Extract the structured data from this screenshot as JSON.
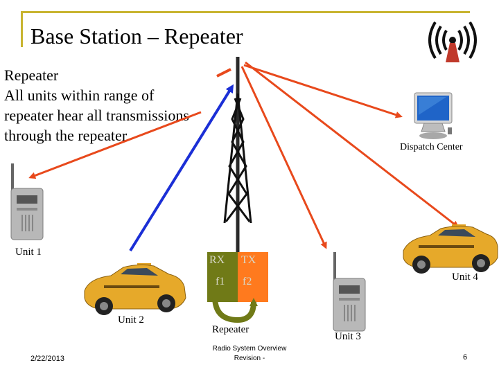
{
  "title": "Base Station – Repeater",
  "body": {
    "lines": [
      "Repeater",
      "All units within range of",
      "repeater hear all transmissions",
      "through the repeater"
    ]
  },
  "labels": {
    "dispatch": "Dispatch Center",
    "unit1": "Unit 1",
    "unit2": "Unit 2",
    "unit3": "Unit 3",
    "unit4": "Unit 4",
    "repeater": "Repeater"
  },
  "repeater_box": {
    "rx": "RX",
    "tx": "TX",
    "f1": "f1",
    "f2": "f2"
  },
  "footer": {
    "date": "2/22/2013",
    "center_line1": "Radio System Overview",
    "center_line2": "Revision -",
    "page": "6"
  },
  "colors": {
    "frame": "#c8b430",
    "uplink": "#1b2fd6",
    "downlink": "#e8491c",
    "rx_block": "#707a17",
    "tx_block": "#ff7a1e"
  },
  "icons": {
    "wireless_logo": "wifi-broadcast-icon",
    "dispatch": "computer-monitor-icon",
    "radios": "handheld-radio-icon",
    "vehicles": "taxi-car-icon"
  }
}
